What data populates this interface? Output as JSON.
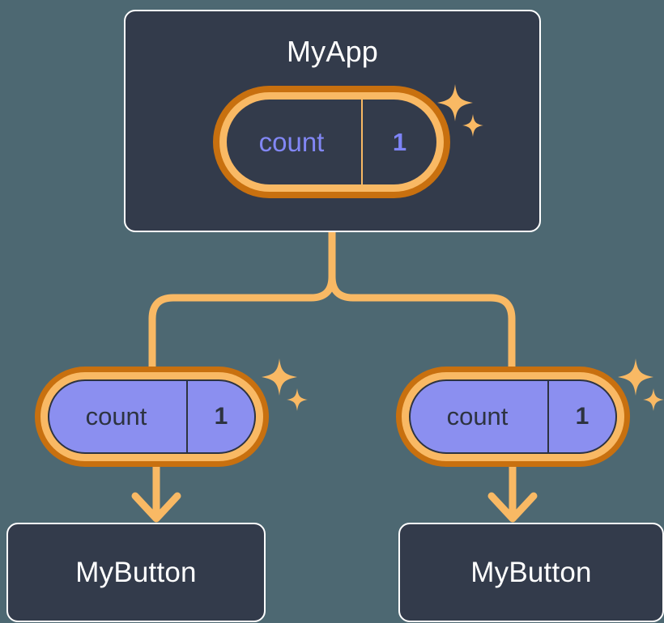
{
  "diagram": {
    "title": "component state propagation tree",
    "background_color": "#4d6872",
    "accent_color": "#f9b964",
    "accent_dark_color": "#c8700f",
    "card_color": "#333b4b",
    "pill_fill_color": "#8b8ff0",
    "state_text_color": "#8287f5"
  },
  "nodes": {
    "root": {
      "label": "MyApp",
      "state": {
        "key": "count",
        "value": "1"
      },
      "sparkle_icon": "sparkle-icon"
    },
    "children": [
      {
        "state": {
          "key": "count",
          "value": "1"
        },
        "sparkle_icon": "sparkle-icon",
        "button": {
          "label": "MyButton"
        }
      },
      {
        "state": {
          "key": "count",
          "value": "1"
        },
        "sparkle_icon": "sparkle-icon",
        "button": {
          "label": "MyButton"
        }
      }
    ]
  }
}
